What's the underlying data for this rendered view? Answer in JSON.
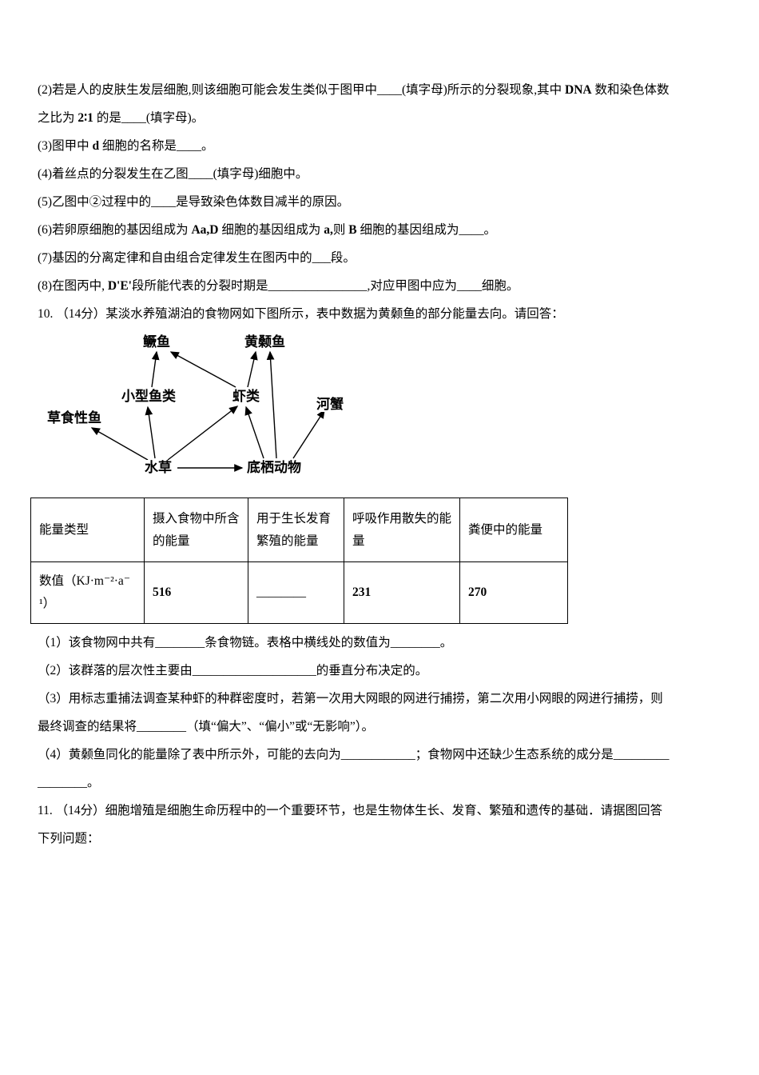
{
  "document": {
    "question9": {
      "lines": [
        [
          {
            "t": "(2)若是人的皮肤生发层细胞,则该细胞可能会发生类似于图甲中____(填字母)所示的分裂现象,其中 "
          },
          {
            "t": "DNA",
            "b": 1
          },
          {
            "t": " 数和染色体数"
          }
        ],
        [
          {
            "t": "之比为 "
          },
          {
            "t": "2∶1",
            "b": 1
          },
          {
            "t": " 的是____(填字母)。"
          }
        ],
        [
          {
            "t": "(3)图甲中 "
          },
          {
            "t": "d",
            "b": 1
          },
          {
            "t": " 细胞的名称是____。"
          }
        ],
        [
          {
            "t": "(4)着丝点的分裂发生在乙图____(填字母)细胞中。"
          }
        ],
        [
          {
            "t": "(5)乙图中②过程中的____是导致染色体数目减半的原因。"
          }
        ],
        [
          {
            "t": "(6)若卵原细胞的基因组成为 "
          },
          {
            "t": "Aa,D",
            "b": 1
          },
          {
            "t": " 细胞的基因组成为 "
          },
          {
            "t": "a,",
            "b": 1
          },
          {
            "t": "则 "
          },
          {
            "t": "B",
            "b": 1
          },
          {
            "t": " 细胞的基因组成为____。"
          }
        ],
        [
          {
            "t": "(7)基因的分离定律和自由组合定律发生在图丙中的___段。"
          }
        ],
        [
          {
            "t": "(8)在图丙中, "
          },
          {
            "t": "D'E'",
            "b": 1
          },
          {
            "t": "段所能代表的分裂时期是________________,对应甲图中应为____细胞。"
          }
        ]
      ]
    },
    "question10": {
      "intro": [
        {
          "t": "10. （14分）某淡水养殖湖泊的食物网如下图所示，表中数据为黄颡鱼的部分能量去向。请回答："
        }
      ],
      "food_web_nodes": {
        "guiyu": "鳜鱼",
        "huangsangyu": "黄颡鱼",
        "xiaoxingyulei": "小型鱼类",
        "xialei": "虾类",
        "hexie": "河蟹",
        "caoshixingyu": "草食性鱼",
        "shuicao": "水草",
        "dixidongwu": "底栖动物"
      },
      "food_web_edges": [
        [
          "水草",
          "草食性鱼"
        ],
        [
          "水草",
          "小型鱼类"
        ],
        [
          "水草",
          "虾类"
        ],
        [
          "水草",
          "底栖动物"
        ],
        [
          "底栖动物",
          "虾类"
        ],
        [
          "底栖动物",
          "黄颡鱼"
        ],
        [
          "底栖动物",
          "河蟹"
        ],
        [
          "虾类",
          "黄颡鱼"
        ],
        [
          "虾类",
          "鳜鱼"
        ],
        [
          "小型鱼类",
          "鳜鱼"
        ]
      ],
      "table": {
        "headers": [
          "能量类型",
          "摄入食物中所含的能量",
          "用于生长发育繁殖的能量",
          "呼吸作用散失的能量",
          "粪便中的能量"
        ],
        "row_label": "数值（KJ·m⁻²·a⁻¹）",
        "values": [
          "516",
          "________",
          "231",
          "270"
        ]
      },
      "lines": [
        [
          {
            "t": "（1）该食物网中共有________条食物链。表格中横线处的数值为________。"
          }
        ],
        [
          {
            "t": "（2）该群落的层次性主要由____________________的垂直分布决定的。"
          }
        ],
        [
          {
            "t": "（3）用标志重捕法调查某种虾的种群密度时，若第一次用大网眼的网进行捕捞，第二次用小网眼的网进行捕捞，则"
          }
        ],
        [
          {
            "t": "最终调查的结果将________（填“偏大”、“偏小”或“无影响”）。"
          }
        ],
        [
          {
            "t": "（4）黄颡鱼同化的能量除了表中所示外，可能的去向为____________；食物网中还缺少生态系统的成分是_________"
          }
        ],
        [
          {
            "t": "________。"
          }
        ]
      ]
    },
    "question11": {
      "lines": [
        [
          {
            "t": "11. （14分）细胞增殖是细胞生命历程中的一个重要环节，也是生物体生长、发育、繁殖和遗传的基础．请据图回答"
          }
        ],
        [
          {
            "t": "下列问题："
          }
        ]
      ]
    }
  }
}
